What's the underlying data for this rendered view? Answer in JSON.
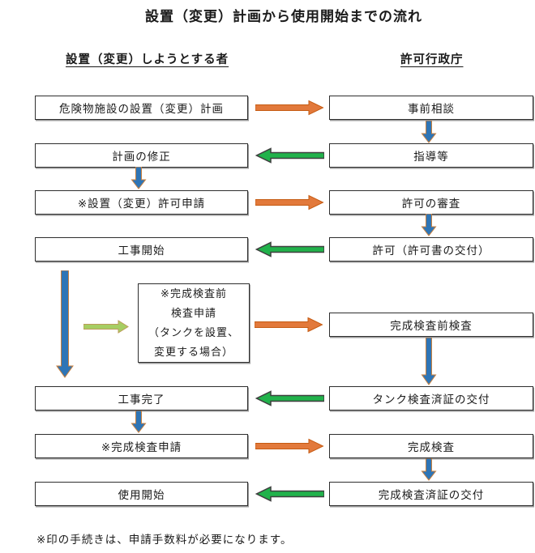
{
  "title": "設置（変更）計画から使用開始までの流れ",
  "columns": {
    "left_header": "設置（変更）しようとする者",
    "right_header": "許可行政庁"
  },
  "left_boxes": [
    "危険物施設の設置（変更）計画",
    "計画の修正",
    "※設置（変更）許可申請",
    "工事開始",
    "工事完了",
    "※完成検査申請",
    "使用開始"
  ],
  "middle_box": {
    "lines": [
      "※完成検査前",
      "検査申請",
      "（タンクを設置、",
      "変更する場合）"
    ]
  },
  "right_boxes": [
    "事前相談",
    "指導等",
    "許可の審査",
    "許可（許可書の交付）",
    "完成検査前検査",
    "タンク検査済証の交付",
    "完成検査",
    "完成検査済証の交付"
  ],
  "footnote": "※印の手続きは、申請手数料が必要になります。",
  "colors": {
    "flow_right_orange": "#e2793b",
    "flow_right_orange_outline": "#c55a11",
    "flow_left_green": "#21b24b",
    "flow_left_green_outline": "#3f3f3f",
    "flow_down_blue": "#2e75b6",
    "flow_down_blue_outline": "#c9803e",
    "branch_light_green": "#a6ce63",
    "branch_light_green_outline": "#bd9b5a",
    "box_border": "#2e2e2e"
  }
}
